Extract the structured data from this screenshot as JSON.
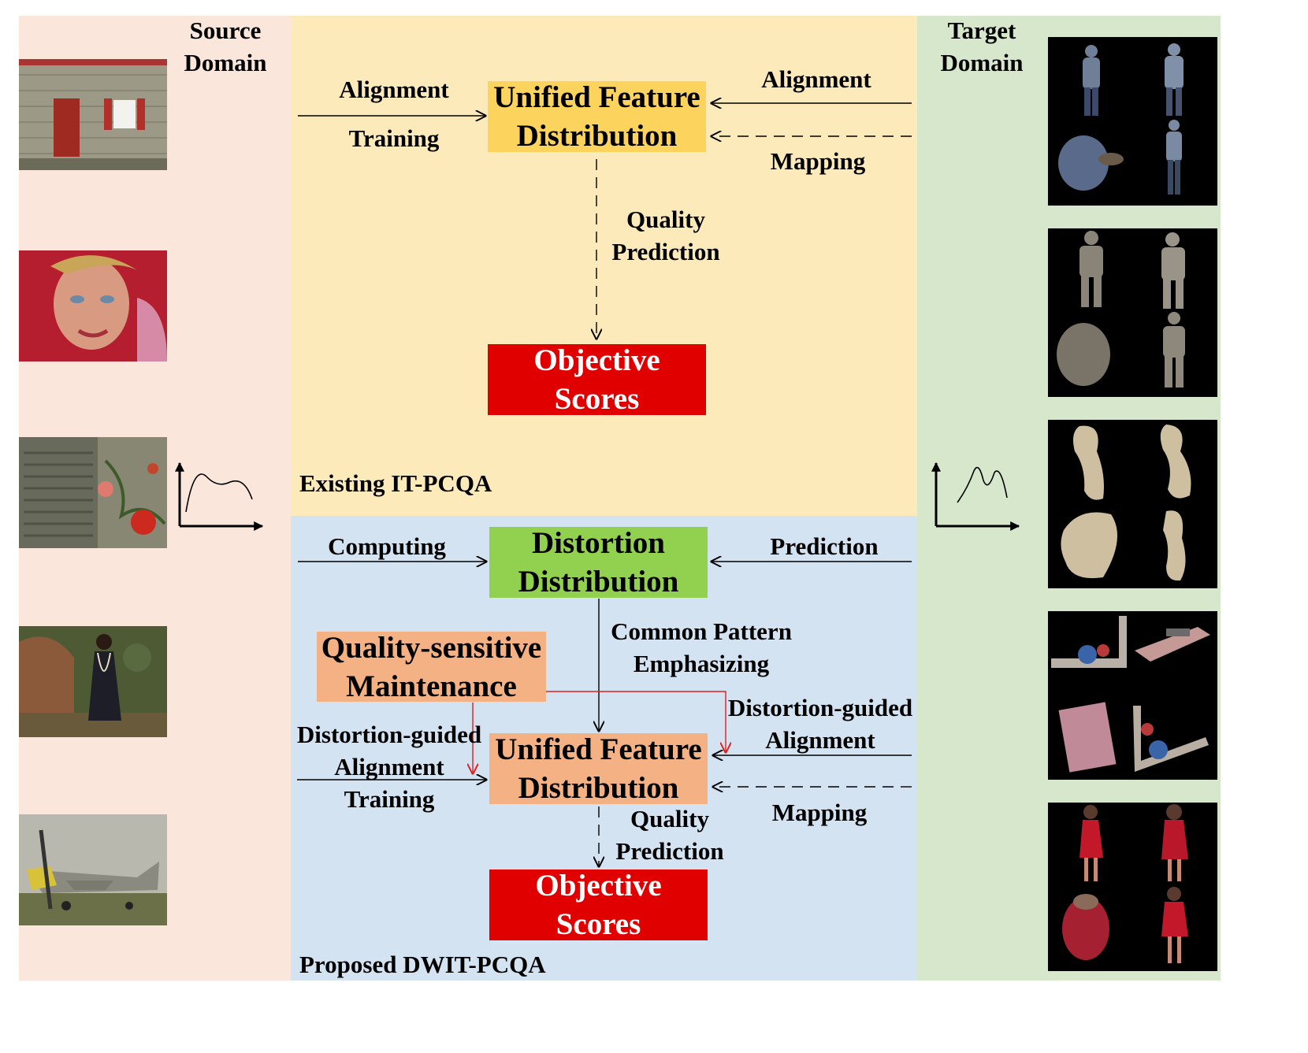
{
  "colors": {
    "source_bg": "#fbe6dc",
    "existing_bg": "#fdeabb",
    "proposed_bg": "#d4e3f2",
    "target_bg": "#d7e7cc",
    "unified_box": "#fcd35c",
    "objective_box": "#e00000",
    "distortion_box": "#92d050",
    "orange_box": "#f4b183",
    "red_arrow": "#e02020"
  },
  "source": {
    "title_lines": [
      "Source",
      "Domain"
    ],
    "images": [
      "house-photo",
      "woman-portrait-photo",
      "flower-shutter-photo",
      "woman-in-garden-photo",
      "fighter-plane-photo"
    ],
    "curve_icon": "distribution-curve-icon"
  },
  "target": {
    "title_lines": [
      "Target",
      "Domain"
    ],
    "images": [
      "point-cloud-man",
      "point-cloud-soldier",
      "point-cloud-bone",
      "point-cloud-objects",
      "point-cloud-woman-red-dress"
    ],
    "curve_icon": "distribution-curve-icon"
  },
  "existing": {
    "caption": "Existing IT-PCQA",
    "unified_box": [
      "Unified Feature",
      "Distribution"
    ],
    "objective_box": [
      "Objective",
      "Scores"
    ],
    "left_top": "Alignment",
    "left_bottom": "Training",
    "right_top": "Alignment",
    "right_bottom": "Mapping",
    "quality_prediction": [
      "Quality",
      "Prediction"
    ]
  },
  "proposed": {
    "caption": "Proposed DWIT-PCQA",
    "distortion_box": [
      "Distortion",
      "Distribution"
    ],
    "computing": "Computing",
    "prediction": "Prediction",
    "common_pattern": [
      "Common Pattern",
      "Emphasizing"
    ],
    "maintenance_box": [
      "Quality-sensitive",
      "Maintenance"
    ],
    "left_guided": [
      "Distortion-guided",
      "Alignment",
      "Training"
    ],
    "right_guided": [
      "Distortion-guided",
      "Alignment"
    ],
    "mapping": "Mapping",
    "unified_box": [
      "Unified Feature",
      "Distribution"
    ],
    "quality_prediction": [
      "Quality",
      "Prediction"
    ],
    "objective_box": [
      "Objective",
      "Scores"
    ]
  }
}
